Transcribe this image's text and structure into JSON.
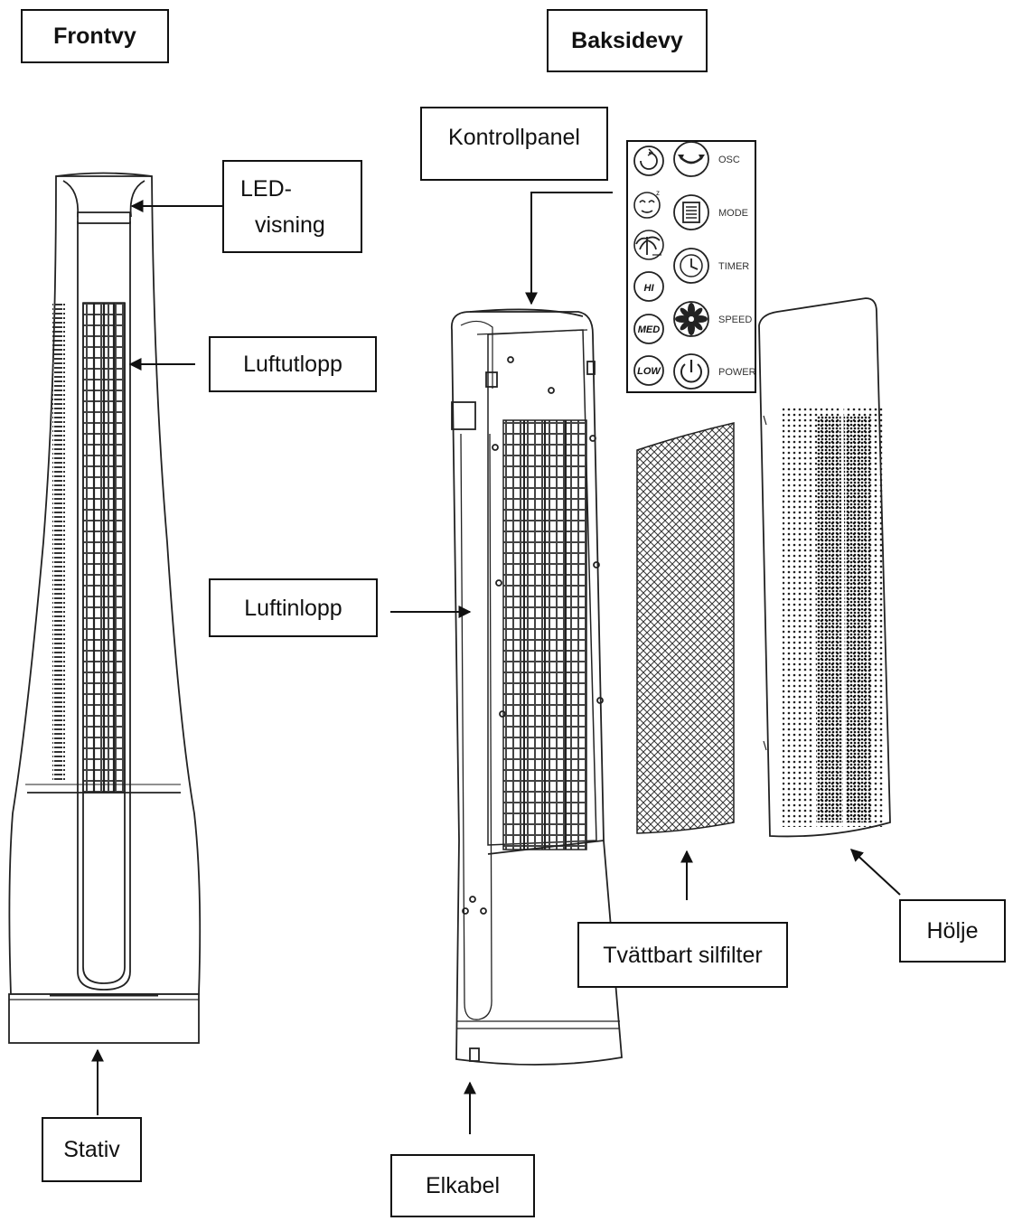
{
  "views": {
    "front": "Frontvy",
    "back": "Baksidevy"
  },
  "labels": {
    "control_panel": "Kontrollpanel",
    "led_line1": "LED-",
    "led_line2": "visning",
    "air_outlet": "Luftutlopp",
    "air_inlet": "Luftinlopp",
    "stand": "Stativ",
    "power_cord": "Elkabel",
    "washable_filter": "Tvättbart silfilter",
    "cover": "Hölje"
  },
  "control_panel": {
    "buttons": [
      {
        "name": "OSC",
        "icon": "oscillate-icon"
      },
      {
        "name": "MODE",
        "icon": "mode-icon"
      },
      {
        "name": "TIMER",
        "icon": "timer-icon"
      },
      {
        "name": "SPEED",
        "icon": "fan-speed-icon"
      },
      {
        "name": "POWER",
        "icon": "power-icon"
      }
    ],
    "indicators": [
      {
        "icon": "swing-indicator-icon"
      },
      {
        "icon": "sleep-mode-icon"
      },
      {
        "icon": "natural-wind-icon"
      },
      {
        "label": "HI"
      },
      {
        "label": "MED"
      },
      {
        "label": "LOW"
      }
    ]
  }
}
